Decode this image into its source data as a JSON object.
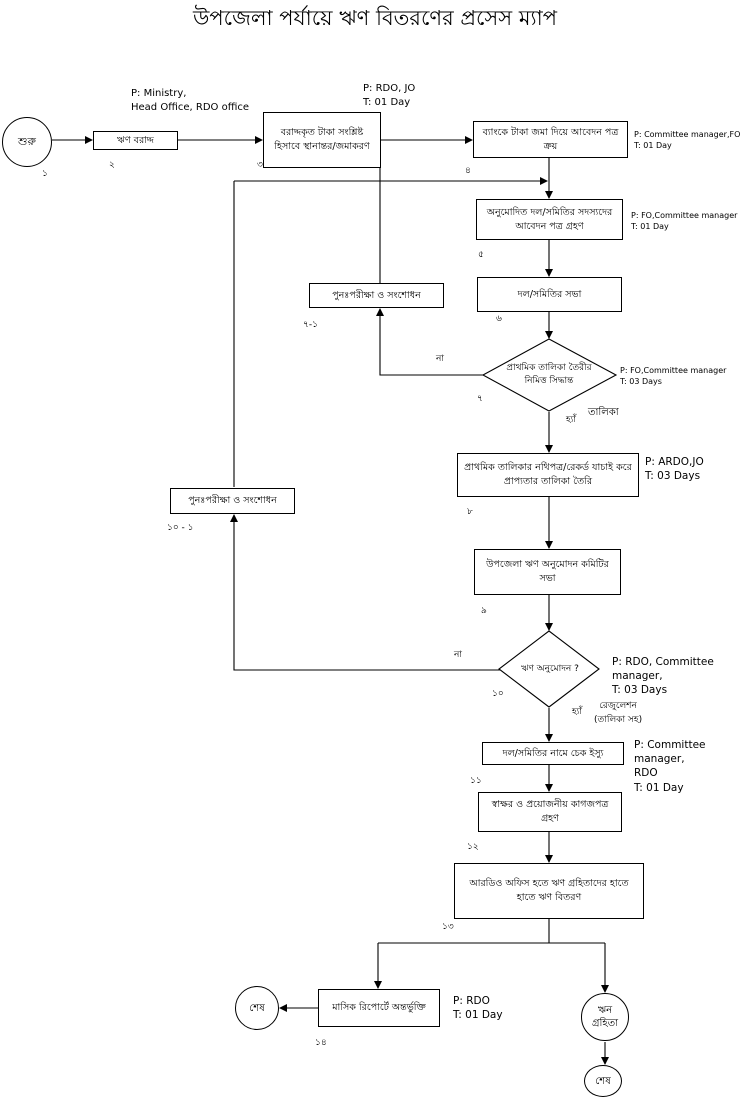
{
  "title": "উপজেলা পর্যায়ে ঋণ বিতরণের প্রসেস ম্যাপ",
  "nodes": {
    "start": "শুরু",
    "s2": "ঋণ বরাদ্দ",
    "s3": "বরাদ্দকৃত টাকা সংশ্লিষ্ট\nহিসাবে স্থানান্তর/জমাকরণ",
    "s4": "ব্যাংকে টাকা জমা দিয়ে আবেদন পত্র\nক্রয়",
    "s5": "অনুমোদিত দল/সমিতির সদস্যদের\nআবেদন পত্র গ্রহণ",
    "s6": "দল/সমিতির সভা",
    "s7": "প্রাথমিক তালিকা তৈরীর\nনিমিত্ত সিদ্ধান্ত",
    "s7_1": "পুনঃপরীক্ষা ও সংশোধন",
    "s8": "প্রাথমিক তালিকার নথিপত্র/রেকর্ড যাচাই করে\nপ্রাপ্যতার তালিকা তৈরি",
    "s9": "উপজেলা ঋণ অনুমোদন কমিটির সভা",
    "s10": "ঋণ অনুমোদন ?",
    "s10_1": "পুনঃপরীক্ষা ও সংশোধন",
    "s11": "দল/সমিতির নামে চেক ইস্যু",
    "s12": "স্বাক্ষর ও প্রয়োজনীয় কাগজপত্র\nগ্রহণ",
    "s13": "আরডিও অফিস হতে ঋণ  গ্রহিতাদের হাতে\nহাতে ঋণ  বিতরণ",
    "s14": "মাসিক রিপোর্টে অন্তর্ভুক্তি",
    "end1": "শেষ",
    "borrower": "ঋন\nগ্রহিতা",
    "end2": "শেষ"
  },
  "numbers": {
    "n1": "১",
    "n2": "২",
    "n3": "৩",
    "n4": "৪",
    "n5": "৫",
    "n6": "৬",
    "n7": "৭",
    "n7_1": "৭-১",
    "n8": "৮",
    "n9": "৯",
    "n10": "১০",
    "n10_1": "১০ - ১",
    "n11": "১১",
    "n12": "১২",
    "n13": "১৩",
    "n14": "১৪"
  },
  "annotations": {
    "a2": "P:  Ministry,\n      Head Office, RDO office",
    "a3": "P:  RDO, JO\nT:  01 Day",
    "a4": "P:  Committee manager,FO\nT:  01 Day",
    "a5": "P:  FO,Committee manager\nT:  01 Day",
    "a7": "P:  FO,Committee manager\nT:  03 Days",
    "a8": "P: ARDO,JO\nT:  03 Days",
    "a10": "P: RDO, Committee manager,\nT:  03 Days",
    "a11": "P: Committee manager,\nRDO\nT:  01 Day",
    "a14": "P: RDO\nT:  01 Day"
  },
  "edge_labels": {
    "no7": "না",
    "yes7": "হ্যাঁ",
    "list7": "তালিকা",
    "no10": "না",
    "yes10": "হ্যাঁ",
    "resolution10": "রেজুলেশন\n(তালিকা সহ)"
  }
}
